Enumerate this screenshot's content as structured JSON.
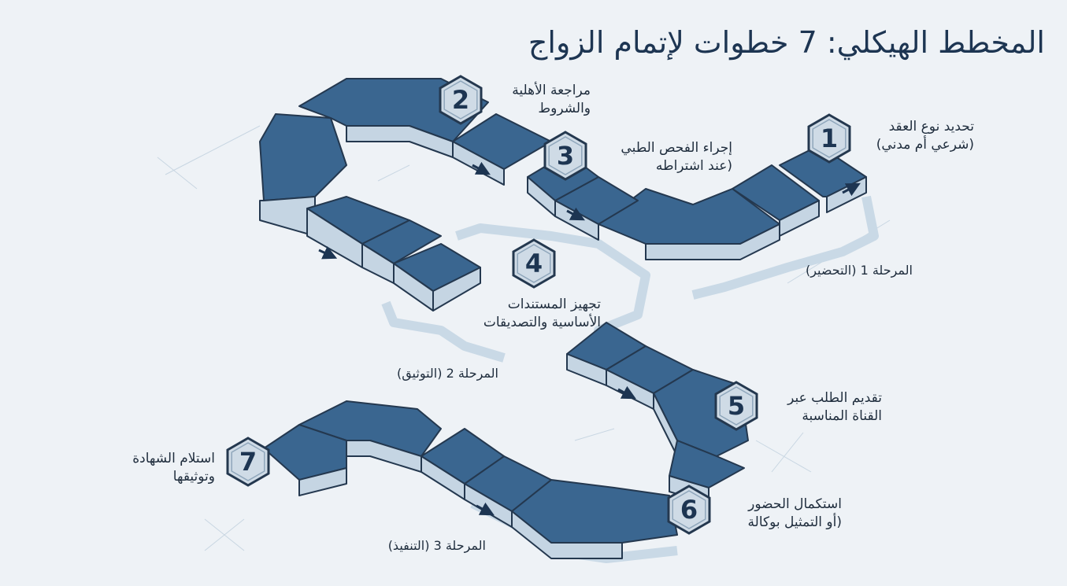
{
  "title": "المخطط الهيكلي: 7 خطوات لإتمام الزواج",
  "steps": [
    {
      "number": "1",
      "line1": "تحديد نوع العقد",
      "line2": "(شرعي أم مدني)"
    },
    {
      "number": "2",
      "line1": "مراجعة الأهلية",
      "line2": "والشروط"
    },
    {
      "number": "3",
      "line1": "إجراء الفحص الطبي",
      "line2": "(عند اشتراطه"
    },
    {
      "number": "4",
      "line1": "تجهيز المستندات",
      "line2": "الأساسية والتصديقات"
    },
    {
      "number": "5",
      "line1": "تقديم الطلب عبر",
      "line2": "القناة المناسبة"
    },
    {
      "number": "6",
      "line1": "استكمال الحضور",
      "line2": "(أو التمثيل بوكالة"
    },
    {
      "number": "7",
      "line1": "استلام الشهادة",
      "line2": "وتوثيقها"
    }
  ],
  "phases": [
    {
      "label": "المرحلة 1 (التحضير)"
    },
    {
      "label": "المرحلة 2 (التوثيق)"
    },
    {
      "label": "المرحلة 3 (التنفيذ)"
    }
  ],
  "colors": {
    "background": "#eef2f6",
    "tile_top": "#3a6690",
    "tile_side": "#c5d5e3",
    "tile_edge": "#24384f",
    "badge_fill": "#cfdbe6",
    "text": "#1f2d3d",
    "accent_band": "#c9d9e6"
  }
}
